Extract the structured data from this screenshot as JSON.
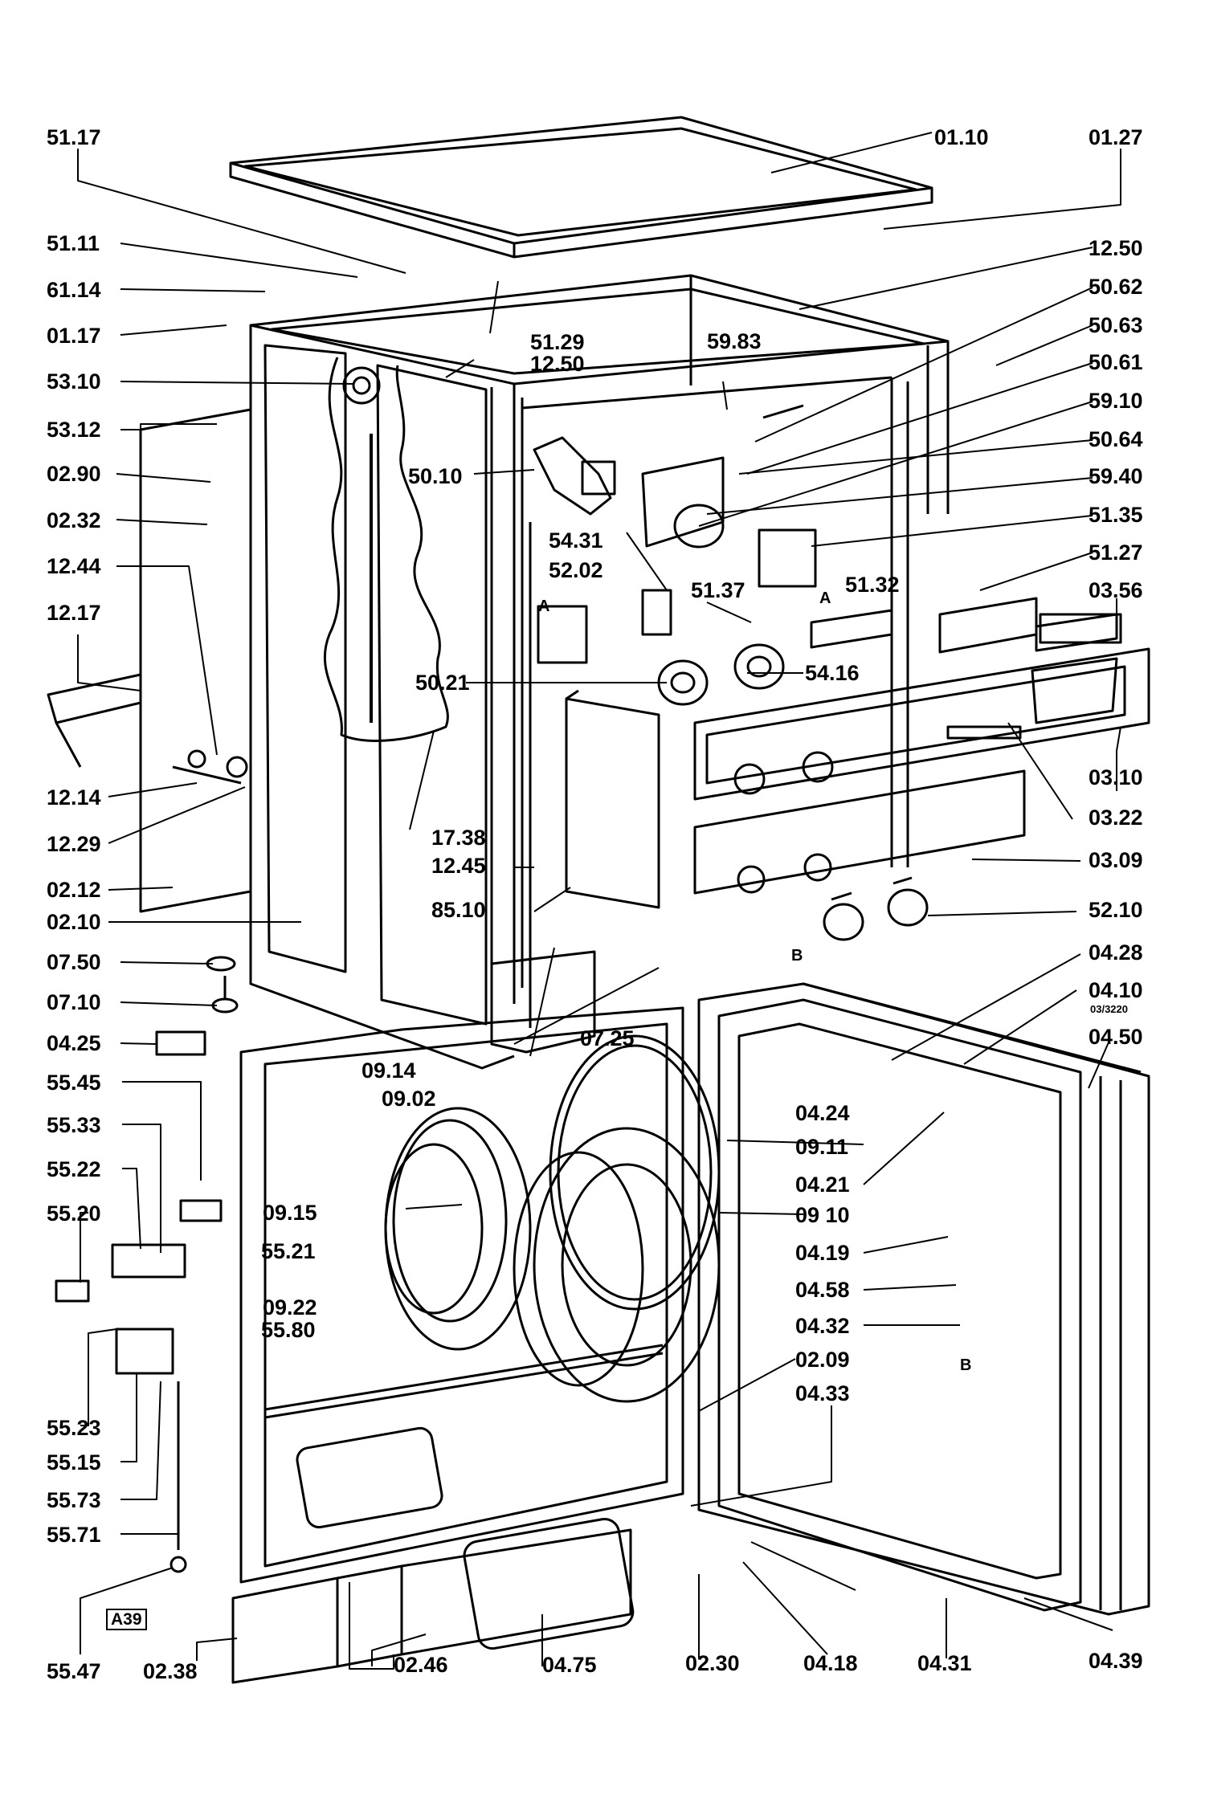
{
  "diagram": {
    "code": "A39",
    "labels": {
      "l_5117": "51.17",
      "l_0110": "01.10",
      "l_0127": "01.27",
      "l_5111": "51.11",
      "l_6114": "61.14",
      "l_0117": "01.17",
      "l_5310": "53.10",
      "l_5312": "53.12",
      "l_0290": "02.90",
      "l_0232": "02.32",
      "l_1244": "12.44",
      "l_1217": "12.17",
      "l_1214": "12.14",
      "l_1229": "12.29",
      "l_0212": "02.12",
      "l_0210": "02.10",
      "l_0750": "07.50",
      "l_0710": "07.10",
      "l_0425": "04.25",
      "l_5545": "55.45",
      "l_5533": "55.33",
      "l_5522": "55.22",
      "l_5520": "55.20",
      "l_5523": "55.23",
      "l_5515": "55.15",
      "l_5573": "55.73",
      "l_5571": "55.71",
      "l_5547": "55.47",
      "l_0238": "02.38",
      "l_0246": "02.46",
      "l_0475": "04.75",
      "l_0230": "02.30",
      "l_0418": "04.18",
      "l_0431": "04.31",
      "l_0439": "04.39",
      "l_1250a": "12.50",
      "l_5062": "50.62",
      "l_5063": "50.63",
      "l_5061": "50.61",
      "l_5910": "59.10",
      "l_5064": "50.64",
      "l_5940": "59.40",
      "l_5135": "51.35",
      "l_5127": "51.27",
      "l_0356": "03.56",
      "l_0310": "03.10",
      "l_0322": "03.22",
      "l_0309": "03.09",
      "l_5210": "52.10",
      "l_0428": "04.28",
      "l_0410": "04.10",
      "l_0410sub": "03/3220",
      "l_0450": "04.50",
      "l_5129": "51.29",
      "l_1250b": "12.50",
      "l_5983": "59.83",
      "l_5010": "50.10",
      "l_5431": "54.31",
      "l_5202": "52.02",
      "l_5137": "51.37",
      "l_5132": "51.32",
      "l_5416": "54.16",
      "l_5021": "50.21",
      "l_1738": "17.38",
      "l_1245": "12.45",
      "l_8510": "85.10",
      "l_0725": "07.25",
      "l_0914": "09.14",
      "l_0902": "09.02",
      "l_0915": "09.15",
      "l_5521": "55.21",
      "l_0922": "09.22",
      "l_5580": "55.80",
      "l_0424": "04.24",
      "l_0911": "09.11",
      "l_0421": "04.21",
      "l_0910": "09 10",
      "l_0419": "04.19",
      "l_0458": "04.58",
      "l_0432": "04.32",
      "l_0209": "02.09",
      "l_0433": "04.33",
      "mark_a1": "A",
      "mark_a2": "A",
      "mark_b1": "B",
      "mark_b2": "B"
    }
  }
}
